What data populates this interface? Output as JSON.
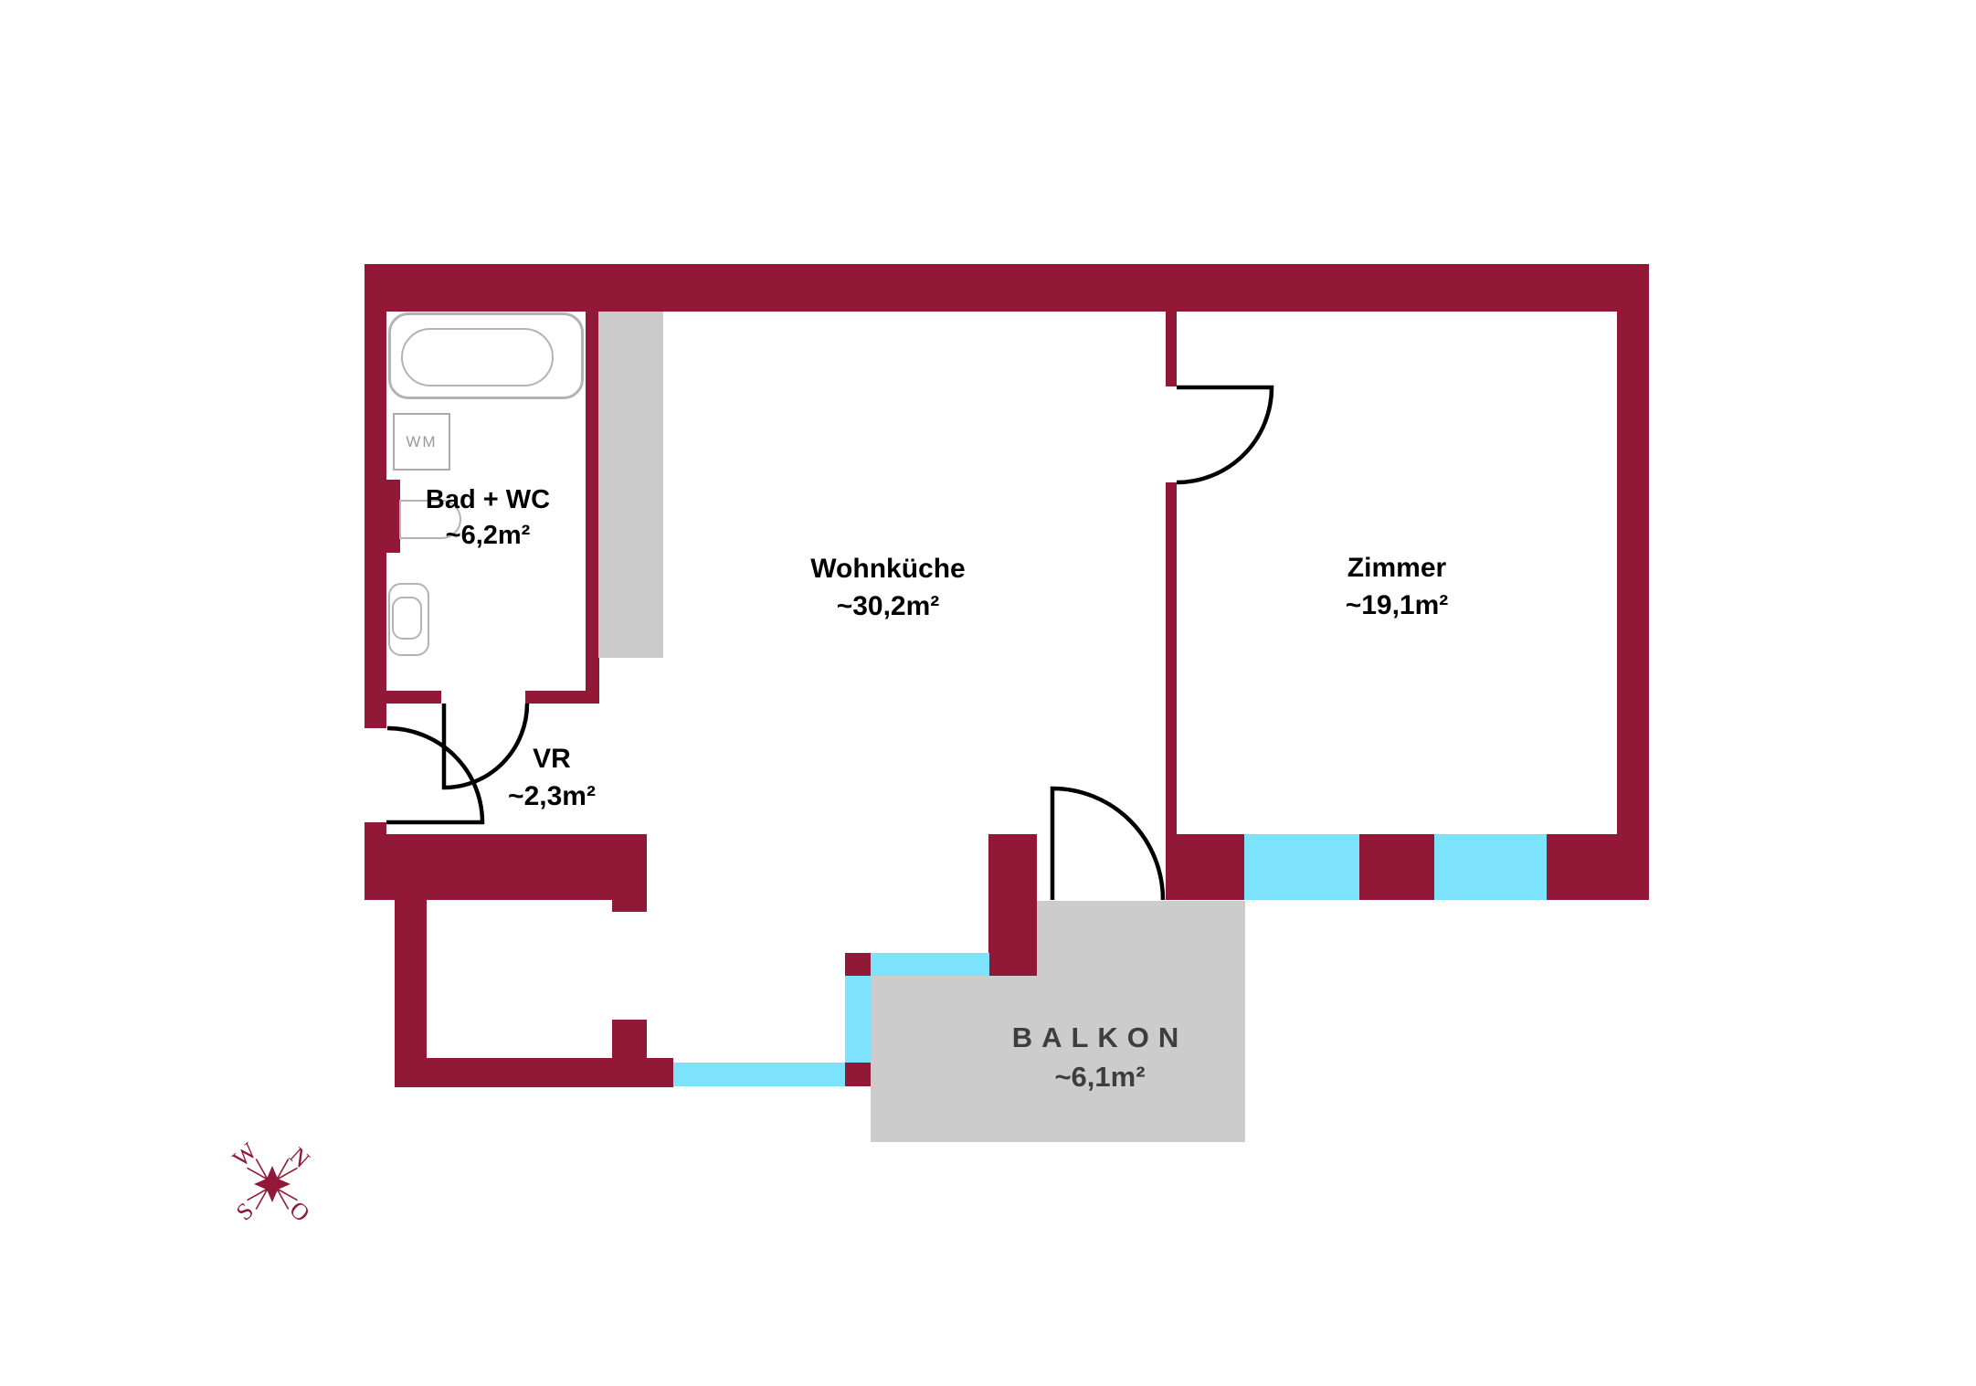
{
  "colors": {
    "wall": "#921838",
    "window": "#7de2fc",
    "kitchen": "#cbcbcb",
    "balcony": "#cccccc",
    "outline": "#b3b3b3",
    "wm_text": "#9a9a9a",
    "balkon_text": "#3e3e3e"
  },
  "rooms": {
    "bad_wc": {
      "name": "Bad + WC",
      "area": "~6,2m²"
    },
    "vr": {
      "name": "VR",
      "area": "~2,3m²"
    },
    "wohnkueche": {
      "name": "Wohnküche",
      "area": "~30,2m²"
    },
    "zimmer": {
      "name": "Zimmer",
      "area": "~19,1m²"
    },
    "balkon": {
      "name": "BALKON",
      "area": "~6,1m²"
    }
  },
  "fixtures": {
    "washing_machine_label": "WM"
  },
  "compass": {
    "west": "W",
    "north": "N",
    "south": "S",
    "east": "O"
  }
}
